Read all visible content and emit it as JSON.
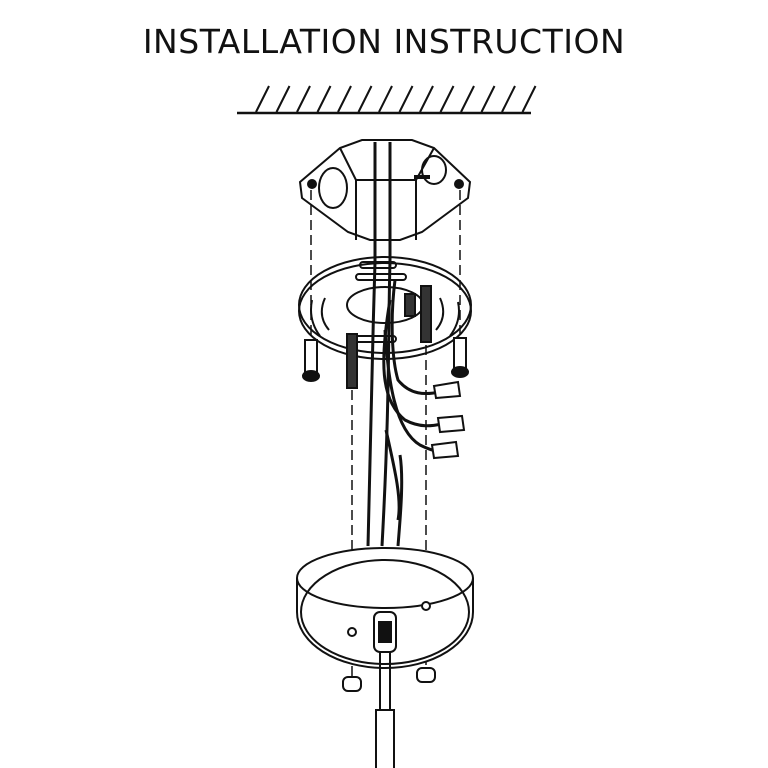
{
  "title": "INSTALLATION INSTRUCTION",
  "colors": {
    "line": "#111111",
    "background": "#ffffff"
  },
  "parts": [
    "ceiling",
    "junction-box",
    "mounting-bracket",
    "mounting-screws",
    "wire-nuts",
    "wires",
    "canopy",
    "canopy-nuts",
    "cord"
  ]
}
